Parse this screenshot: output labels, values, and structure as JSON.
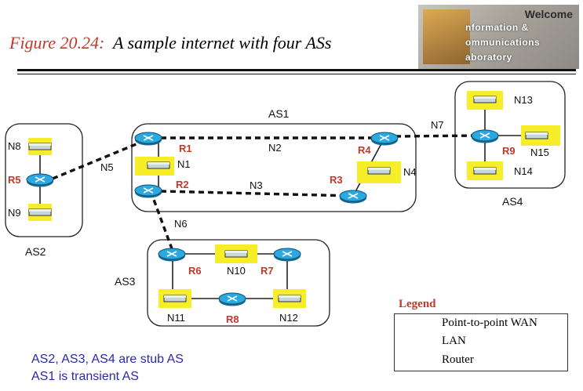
{
  "title": {
    "prefix": "Figure 20.24:",
    "text": "A sample internet with four ASs"
  },
  "logo": {
    "welcome": "Welcome",
    "line1": "nformation &",
    "line2": "ommunications",
    "line3": "aboratory"
  },
  "as_labels": {
    "as1": "AS1",
    "as2": "AS2",
    "as3": "AS3",
    "as4": "AS4"
  },
  "routers": {
    "r1": "R1",
    "r2": "R2",
    "r3": "R3",
    "r4": "R4",
    "r5": "R5",
    "r6": "R6",
    "r7": "R7",
    "r8": "R8",
    "r9": "R9"
  },
  "networks": {
    "n1": "N1",
    "n2": "N2",
    "n3": "N3",
    "n4": "N4",
    "n5": "N5",
    "n6": "N6",
    "n7": "N7",
    "n8": "N8",
    "n9": "N9",
    "n10": "N10",
    "n11": "N11",
    "n12": "N12",
    "n13": "N13",
    "n14": "N14",
    "n15": "N15"
  },
  "legend": {
    "title": "Legend",
    "wan": "Point-to-point WAN",
    "lan": "LAN",
    "router": "Router"
  },
  "notes": {
    "line1": "AS2, AS3, AS4 are stub AS",
    "line2": "AS1 is transient AS"
  },
  "colors": {
    "router_fill": "#29a9e0",
    "lan_highlight": "#f7ee2a",
    "router_label": "#c0392b",
    "note_text": "#2a2aa8"
  }
}
